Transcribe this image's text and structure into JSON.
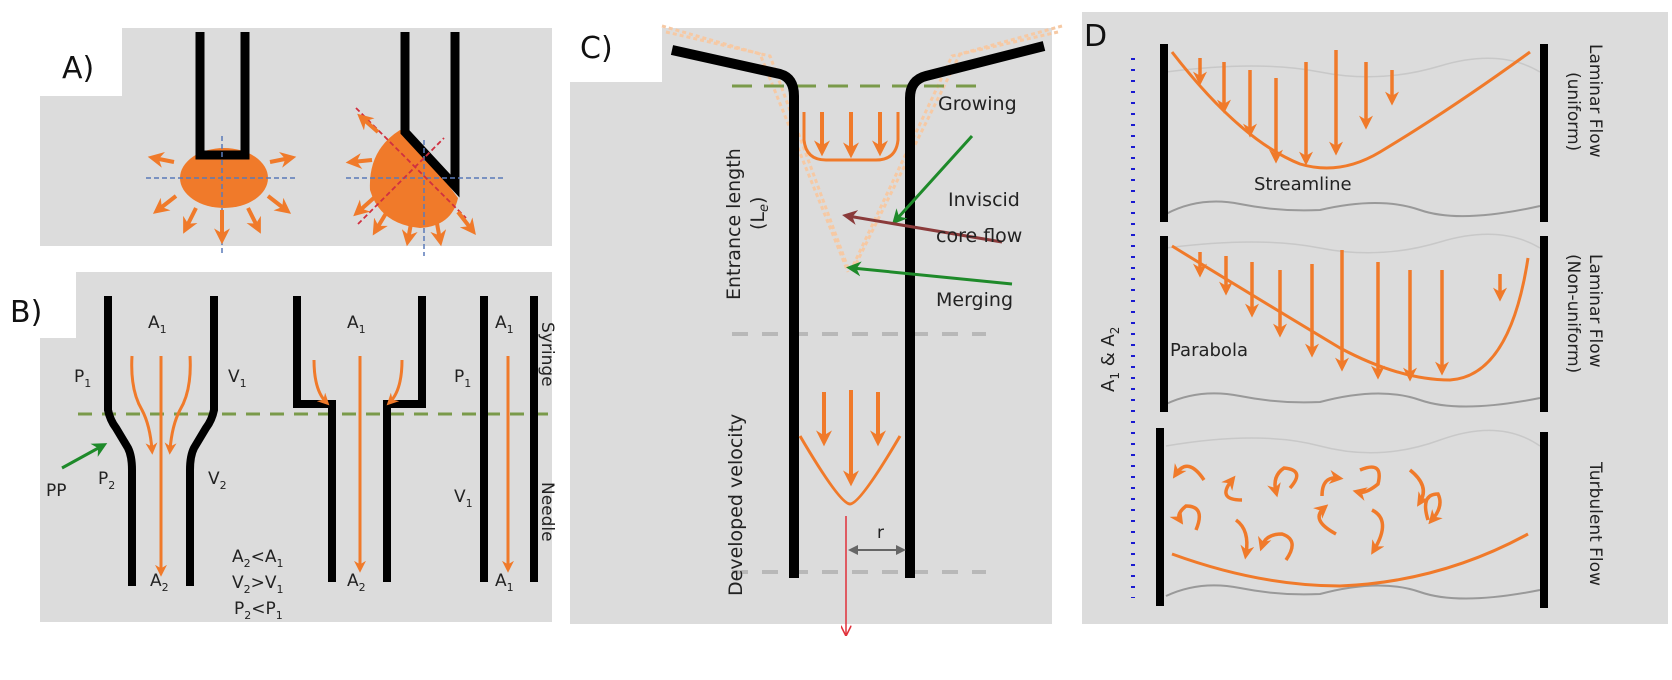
{
  "figure": {
    "colors": {
      "panel_bg": "#dcdcdc",
      "wall": "#000000",
      "flow": "#f07a2a",
      "flow_light": "#f6c9a4",
      "dash_green": "#7a9a4a",
      "dash_grey": "#b8b8b8",
      "axis_blue": "#1a1ad0",
      "pointer_green": "#1e8a2a",
      "pointer_maroon": "#8a3a3a",
      "red_arrow": "#e0303a",
      "guide_blue": "#5a7ab8",
      "guide_red": "#d03040"
    },
    "panel_a": {
      "label": "A)",
      "icons": [
        "straight-needle-tip-droplet",
        "beveled-needle-tip-droplet"
      ]
    },
    "panel_b": {
      "label": "B)",
      "tapered": {
        "top_area": "A",
        "top_area_sub": "1",
        "pressure_top": "P",
        "pressure_top_sub": "1",
        "velocity_top": "V",
        "velocity_top_sub": "1",
        "pressure_bottom": "P",
        "pressure_bottom_sub": "2",
        "velocity_bottom": "V",
        "velocity_bottom_sub": "2",
        "bottom_area": "A",
        "bottom_area_sub": "2",
        "pointer_label": "PP",
        "relations": [
          {
            "l": "A",
            "ls": "2",
            "op": "<",
            "r": "A",
            "rs": "1"
          },
          {
            "l": "V",
            "ls": "2",
            "op": ">",
            "r": "V",
            "rs": "1"
          },
          {
            "l": "P",
            "ls": "2",
            "op": "<",
            "r": "P",
            "rs": "1"
          }
        ]
      },
      "stepped": {
        "top_area": "A",
        "top_area_sub": "1",
        "bottom_area": "A",
        "bottom_area_sub": "2"
      },
      "straight": {
        "top_area": "A",
        "top_area_sub": "1",
        "pressure": "P",
        "pressure_sub": "1",
        "velocity": "V",
        "velocity_sub": "1",
        "bottom_area": "A",
        "bottom_area_sub": "1"
      },
      "syringe_label": "Syringe",
      "needle_label": "Needle"
    },
    "panel_c": {
      "label": "C)",
      "entrance_length": "Entrance length",
      "entrance_symbol": "(L",
      "entrance_symbol_sub": "e",
      "entrance_symbol_close": ")",
      "developed_velocity": "Developed velocity",
      "growing": "Growing",
      "inviscid_line1": "Inviscid",
      "inviscid_line2": "core flow",
      "merging": "Merging",
      "radius": "r"
    },
    "panel_d": {
      "label": "D",
      "axis_label_a1": "A",
      "axis_label_a1_sub": "1",
      "axis_label_amp": " & ",
      "axis_label_a2": "A",
      "axis_label_a2_sub": "2",
      "streamline": "Streamline",
      "parabola": "Parabola",
      "laminar_uniform_line1": "Laminar Flow",
      "laminar_uniform_line2": "(uniform)",
      "laminar_nonuniform_line1": "Laminar Flow",
      "laminar_nonuniform_line2": "(Non-uniform)",
      "turbulent": "Turbulent Flow"
    }
  }
}
